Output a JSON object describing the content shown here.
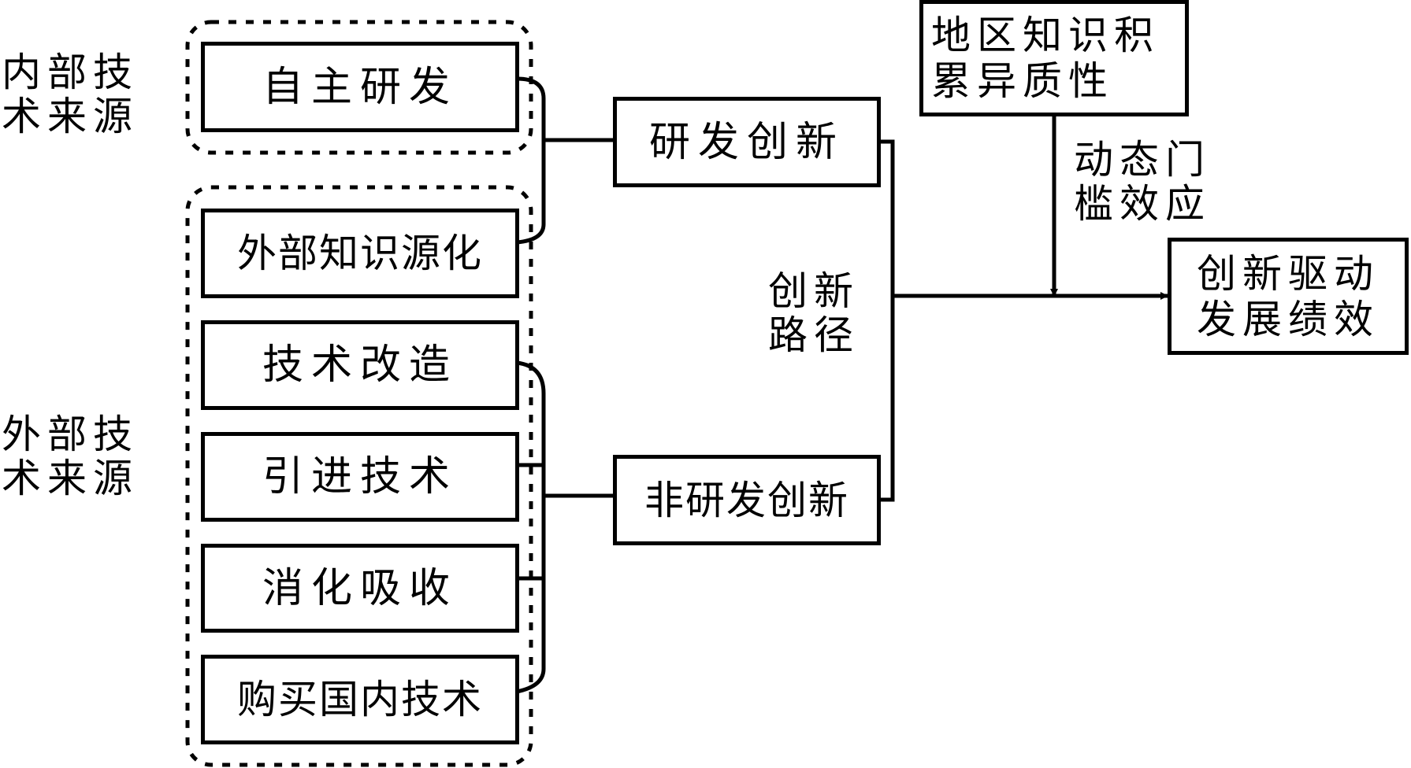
{
  "diagram": {
    "source_groups": {
      "internal": {
        "label_line1": "内部技",
        "label_line2": "术来源",
        "items": [
          "自主研发"
        ]
      },
      "external": {
        "label_line1": "外部技",
        "label_line2": "术来源",
        "items": [
          "外部知识源化",
          "技术改造",
          "引进技术",
          "消化吸收",
          "购买国内技术"
        ]
      }
    },
    "innovation_nodes": {
      "rd": "研发创新",
      "non_rd": "非研发创新"
    },
    "path_label": {
      "line1": "创新",
      "line2": "路径"
    },
    "moderator": {
      "line1": "地区知识积",
      "line2": "累异质性"
    },
    "effect_label": {
      "line1": "动态门",
      "line2": "槛效应"
    },
    "outcome": {
      "line1": "创新驱动",
      "line2": "发展绩效"
    },
    "line_color": "#000000",
    "background": "#ffffff"
  }
}
